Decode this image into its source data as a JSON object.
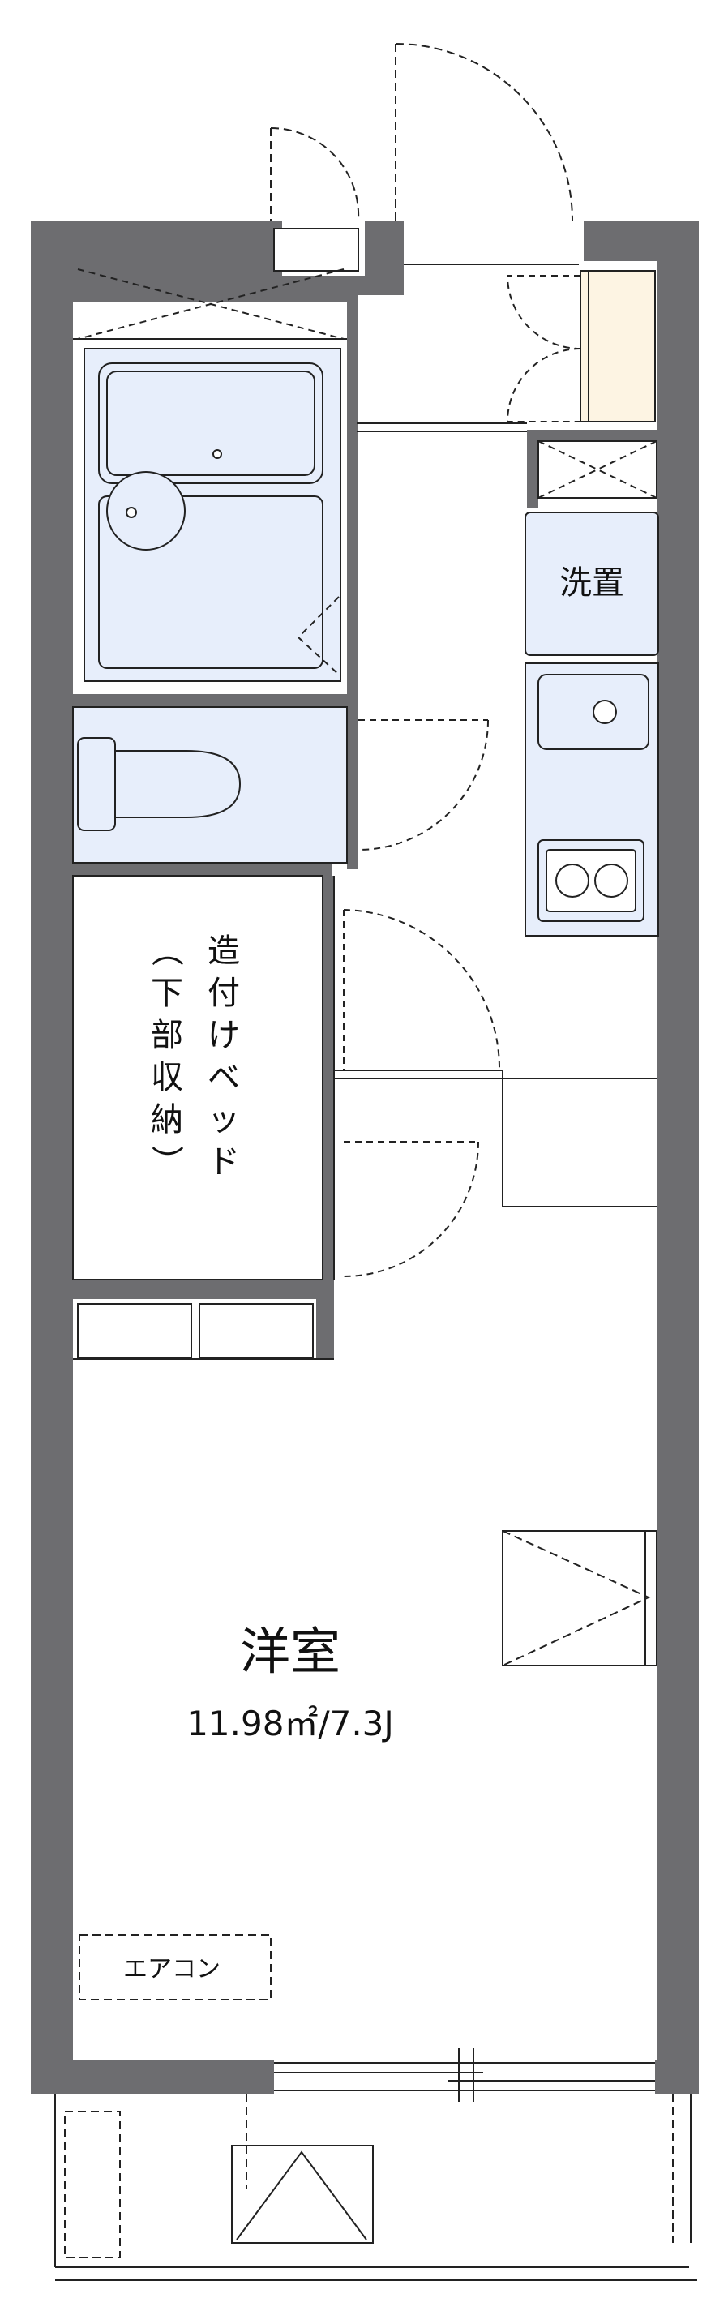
{
  "labels": {
    "washer": "洗置",
    "bed_storage": "造付けベッド（下部収納）",
    "room_name": "洋室",
    "room_area": "11.98㎡/7.3J",
    "aircon": "エアコン"
  },
  "bed_storage_chars": [
    "造",
    "付",
    "け",
    "ベ",
    "ッ",
    "ド"
  ],
  "bed_storage_chars2": [
    "（",
    "下",
    "部",
    "収",
    "納",
    "）"
  ],
  "colors": {
    "wall": "#6d6d70",
    "fixture_fill": "#e7eefb",
    "closet_fill": "#fdf4e3",
    "line": "#222222"
  }
}
